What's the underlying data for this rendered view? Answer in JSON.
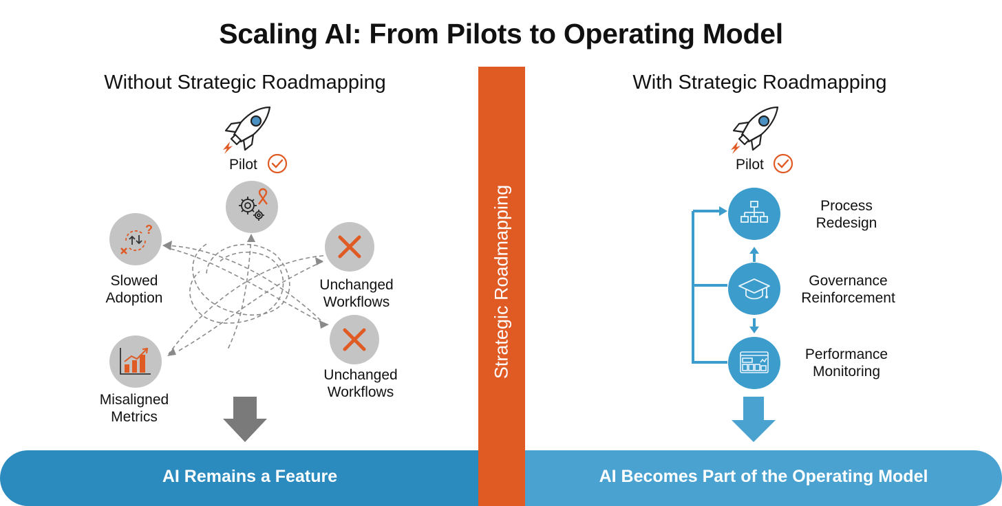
{
  "title": "Scaling AI: From Pilots to Operating Model",
  "divider_label": "Strategic Roadmapping",
  "colors": {
    "accent_orange": "#e05a24",
    "primary_blue": "#2b8bbf",
    "secondary_blue": "#4aa2d0",
    "node_gray": "#c4c4c4",
    "node_blue": "#3c9ccc"
  },
  "left": {
    "heading": "Without Strategic Roadmapping",
    "pilot_label": "Pilot",
    "nodes": [
      {
        "label_line1": "Slowed",
        "label_line2": "Adoption",
        "icon": "cycle-question-icon"
      },
      {
        "label_line1": "",
        "label_line2": "",
        "icon": "gears-ribbon-icon"
      },
      {
        "label_line1": "Unchanged",
        "label_line2": "Workflows",
        "icon": "x-mark-icon"
      },
      {
        "label_line1": "Unchanged",
        "label_line2": "Workflows",
        "icon": "x-mark-icon"
      },
      {
        "label_line1": "Misaligned",
        "label_line2": "Metrics",
        "icon": "bar-chart-icon"
      }
    ],
    "outcome": "AI Remains a Feature"
  },
  "right": {
    "heading": "With Strategic Roadmapping",
    "pilot_label": "Pilot",
    "steps": [
      {
        "label_line1": "Process",
        "label_line2": "Redesign",
        "icon": "org-chart-icon"
      },
      {
        "label_line1": "Governance",
        "label_line2": "Reinforcement",
        "icon": "graduation-cap-icon"
      },
      {
        "label_line1": "Performance",
        "label_line2": "Monitoring",
        "icon": "dashboard-icon"
      }
    ],
    "outcome": "AI Becomes Part of the Operating Model"
  }
}
